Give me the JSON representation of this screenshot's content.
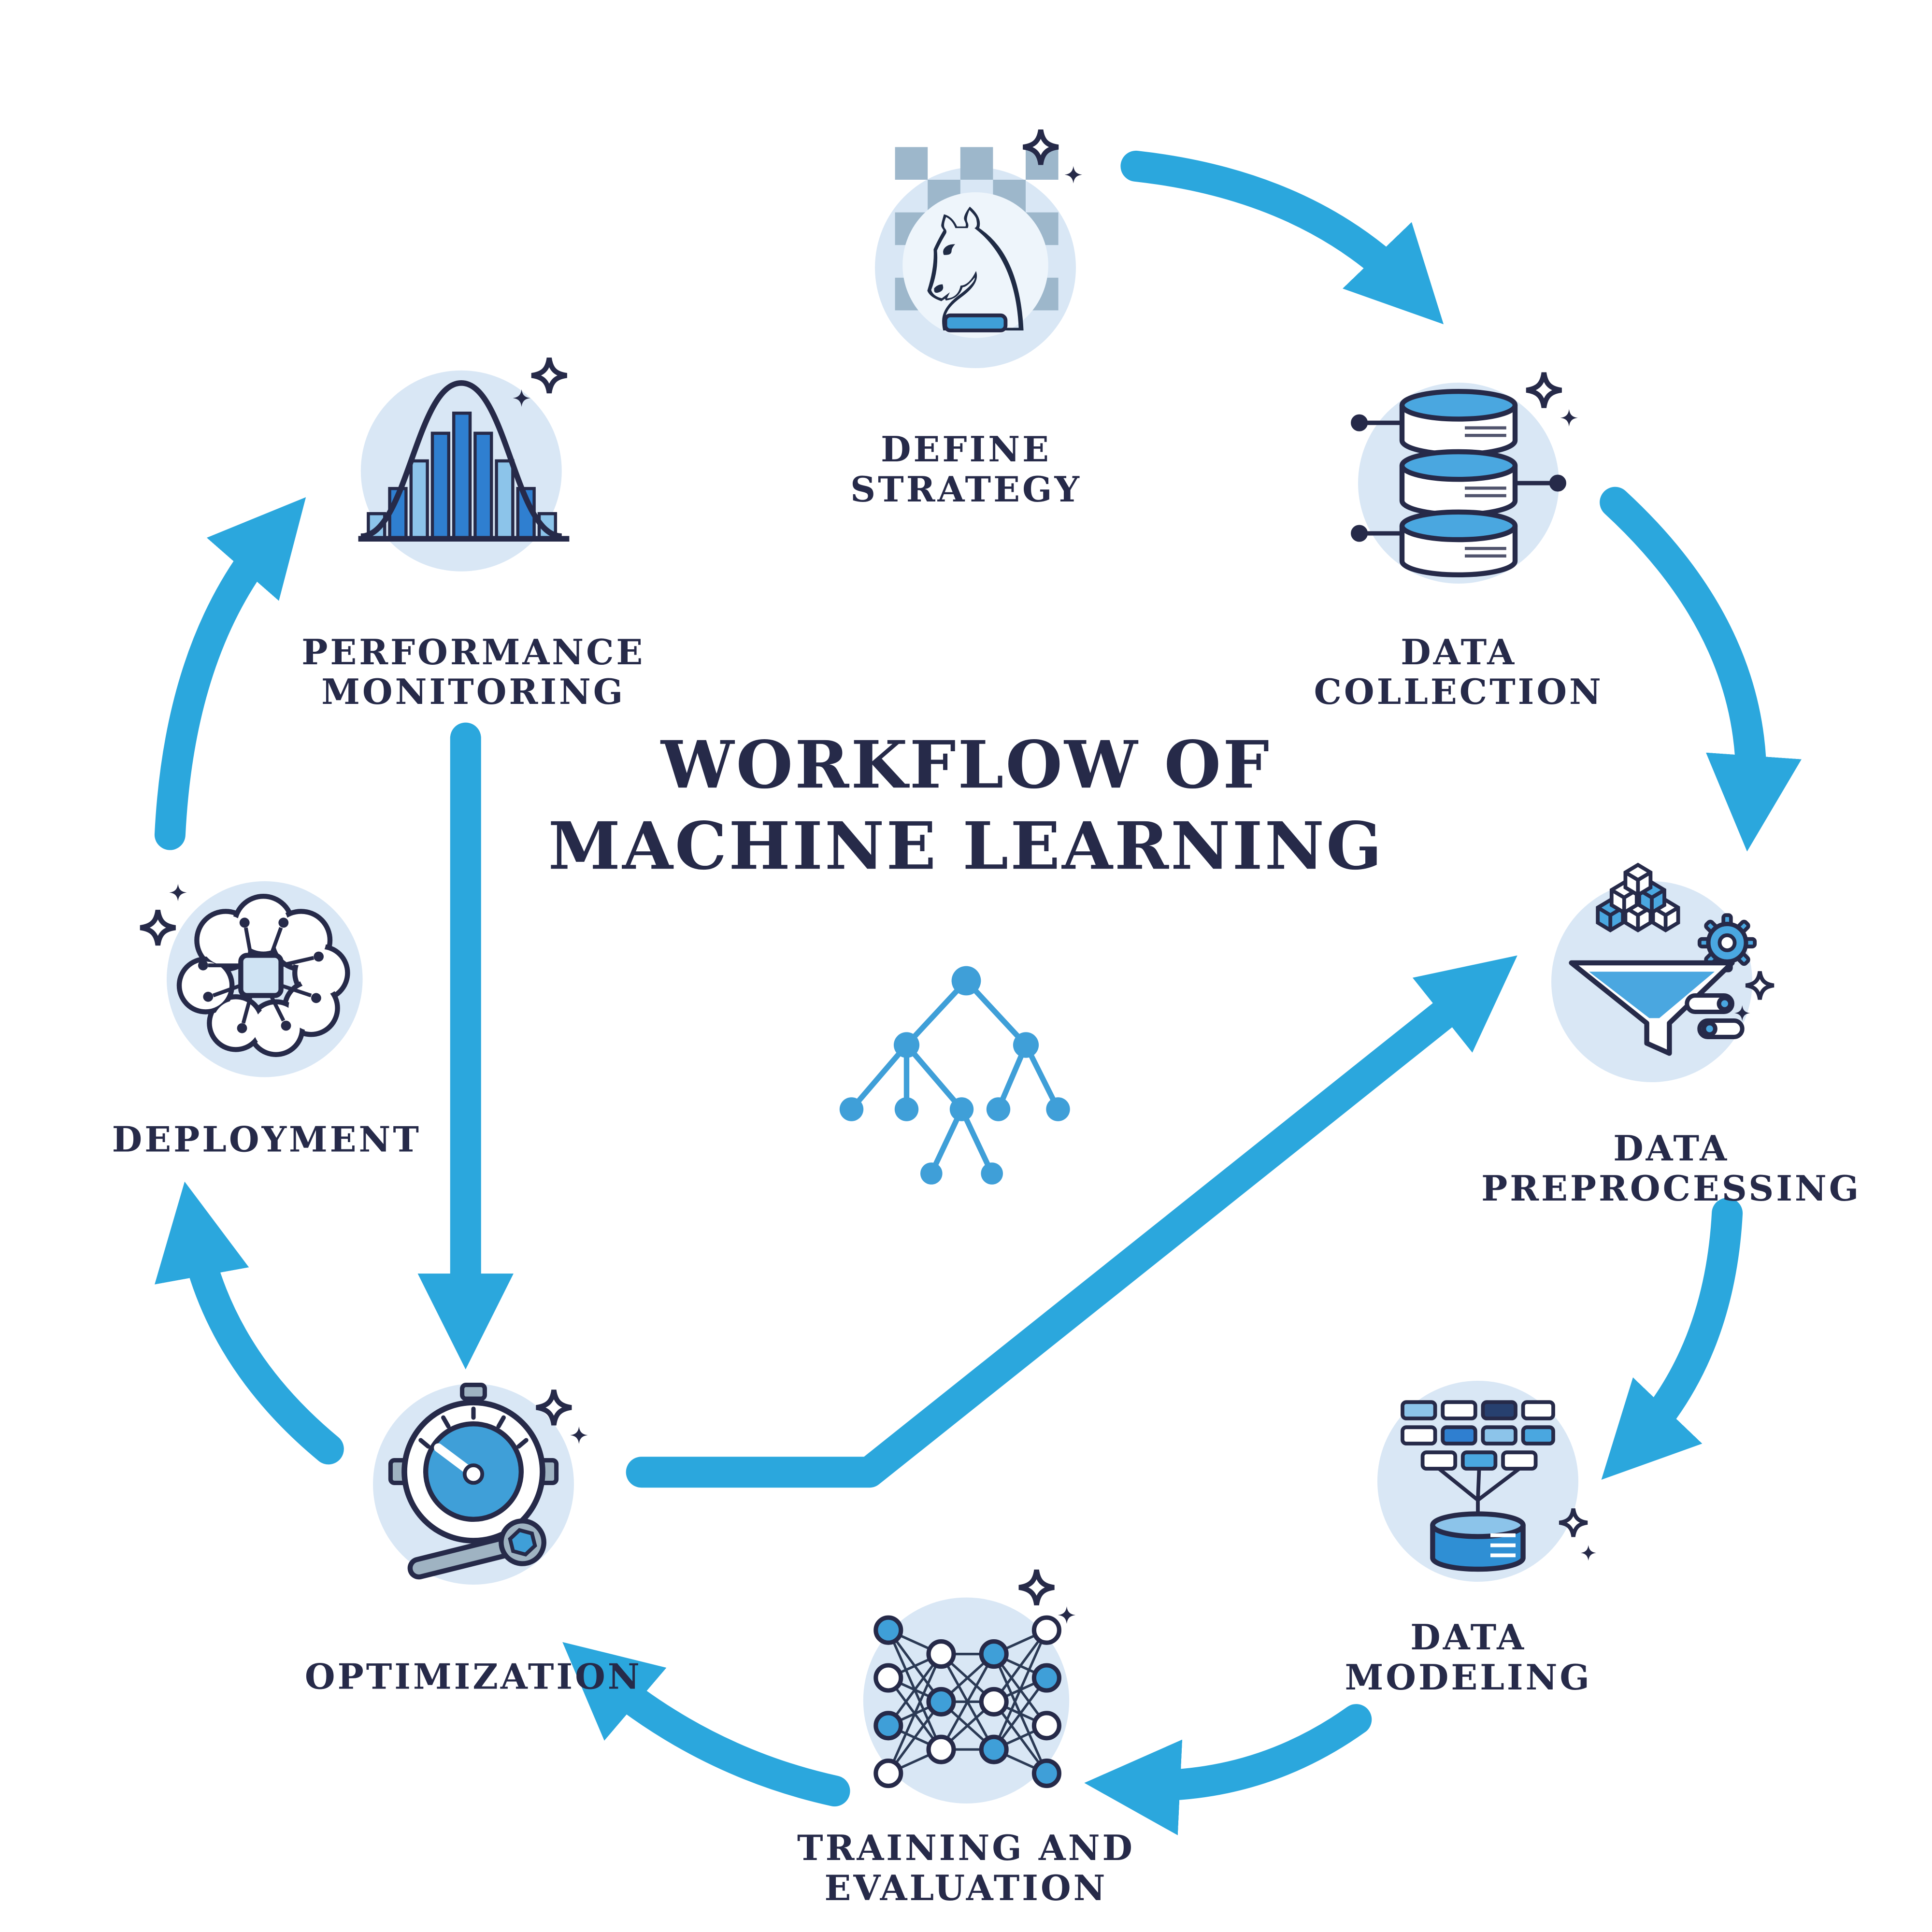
{
  "title": {
    "line1": "WORKFLOW OF",
    "line2": "MACHINE LEARNING"
  },
  "stages": [
    {
      "id": "define-strategy",
      "label": "DEFINE STRATEGY",
      "lines": [
        "DEFINE",
        "STRATEGY"
      ],
      "icon": "chess-knight-icon"
    },
    {
      "id": "data-collection",
      "label": "DATA COLLECTION",
      "lines": [
        "DATA",
        "COLLECTION"
      ],
      "icon": "database-stack-icon"
    },
    {
      "id": "data-preprocessing",
      "label": "DATA PREPROCESSING",
      "lines": [
        "DATA",
        "PREPROCESSING"
      ],
      "icon": "funnel-cubes-gear-icon"
    },
    {
      "id": "data-modeling",
      "label": "DATA MODELING",
      "lines": [
        "DATA",
        "MODELING"
      ],
      "icon": "blocks-to-database-icon"
    },
    {
      "id": "training-evaluation",
      "label": "TRAINING AND EVALUATION",
      "lines": [
        "TRAINING AND",
        "EVALUATION"
      ],
      "icon": "neural-network-icon"
    },
    {
      "id": "optimization",
      "label": "OPTIMIZATION",
      "lines": [
        "OPTIMIZATION"
      ],
      "icon": "gauge-wrench-icon"
    },
    {
      "id": "deployment",
      "label": "DEPLOYMENT",
      "lines": [
        "DEPLOYMENT"
      ],
      "icon": "brain-chip-icon"
    },
    {
      "id": "performance-monitoring",
      "label": "PERFORMANCE MONITORING",
      "lines": [
        "PERFORMANCE",
        "MONITORING"
      ],
      "icon": "bar-chart-bell-curve-icon"
    }
  ],
  "flow": [
    {
      "from": "DEFINE STRATEGY",
      "to": "DATA COLLECTION"
    },
    {
      "from": "DATA COLLECTION",
      "to": "DATA PREPROCESSING"
    },
    {
      "from": "DATA PREPROCESSING",
      "to": "DATA MODELING"
    },
    {
      "from": "DATA MODELING",
      "to": "TRAINING AND EVALUATION"
    },
    {
      "from": "TRAINING AND EVALUATION",
      "to": "OPTIMIZATION"
    },
    {
      "from": "OPTIMIZATION",
      "to": "DEPLOYMENT"
    },
    {
      "from": "DEPLOYMENT",
      "to": "PERFORMANCE MONITORING"
    },
    {
      "from": "PERFORMANCE MONITORING",
      "to": "OPTIMIZATION"
    },
    {
      "from": "OPTIMIZATION",
      "to": "DATA PREPROCESSING"
    }
  ],
  "colors": {
    "arrow": "#2ba7dd",
    "accent_blue": "#3f9fd8",
    "mid_blue": "#2f7fd0",
    "light_blue": "#8cc4ea",
    "circle_bg": "#d9e7f5",
    "outline_navy": "#262a49",
    "text": "#262a49",
    "background": "#ffffff"
  }
}
